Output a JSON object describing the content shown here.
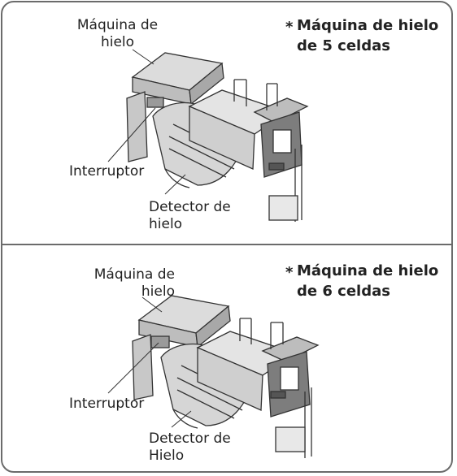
{
  "panels": [
    {
      "asterisk": "*",
      "title": "Máquina de hielo\nde 5 celdas",
      "label_ice_maker": "Máquina de\nhielo",
      "label_switch": "Interruptor",
      "label_detector": "Detector de\nhielo"
    },
    {
      "asterisk": "*",
      "title": "Máquina de hielo\nde 6 celdas",
      "label_ice_maker": "Máquina de\nhielo",
      "label_switch": "Interruptor",
      "label_detector": "Detector de\nHielo"
    }
  ],
  "colors": {
    "border": "#6b6b6b",
    "body_light": "#d9d9d9",
    "body_mid": "#b8b8b8",
    "body_dark": "#8c8c8c",
    "line": "#333333"
  }
}
